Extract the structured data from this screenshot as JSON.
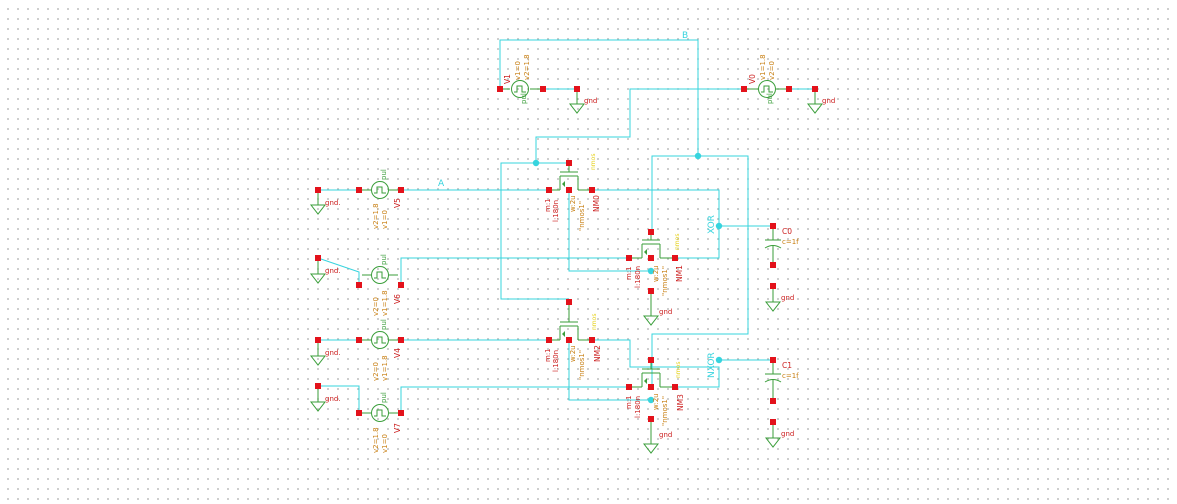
{
  "nets": {
    "a": "A",
    "b": "B",
    "xor": "XOR",
    "nxor": "NXOR"
  },
  "sources": {
    "v0": {
      "name": "V0",
      "v1": "v1=1.8",
      "v2": "v2=0",
      "unit": "pul"
    },
    "v1": {
      "name": "V1",
      "v1": "v1=0",
      "v2": "v2=1.8",
      "unit": "pul"
    },
    "v5": {
      "name": "V5",
      "v1": "v1=0",
      "v2": "v2=1.8",
      "unit": "pul"
    },
    "v6": {
      "name": "V6",
      "v1": "v1=1.8",
      "v2": "v2=0",
      "unit": "pul"
    },
    "v4": {
      "name": "V4",
      "v1": "v1=1.8",
      "v2": "v2=0",
      "unit": "pul"
    },
    "v7": {
      "name": "V7",
      "v1": "v1=0",
      "v2": "v2=1.8",
      "unit": "pul"
    }
  },
  "transistors": {
    "nm0": {
      "name": "NM0",
      "m": "m:1",
      "l": "l:180n",
      "w": "w:2u",
      "model": "\"nmos1\"",
      "tag": "nmos"
    },
    "nm1": {
      "name": "NM1",
      "m": "m:1",
      "l": "l:180n",
      "w": "w:2u",
      "model": "\"nmos1\"",
      "tag": "nmos"
    },
    "nm2": {
      "name": "NM2",
      "m": "m:1",
      "l": "l:180n",
      "w": "w:2u",
      "model": "\"nmos1\"",
      "tag": "nmos"
    },
    "nm3": {
      "name": "NM3",
      "m": "m:1",
      "l": "l:180n",
      "w": "w:2u",
      "model": "\"nmos1\"",
      "tag": "nmos"
    }
  },
  "caps": {
    "c0": {
      "name": "C0",
      "value": "c=1f"
    },
    "c1": {
      "name": "C1",
      "value": "c=1f"
    }
  },
  "grounds": {
    "top1": "gnd",
    "top2": "gnd",
    "v5": "gnd.",
    "v6": "gnd.",
    "v4": "gnd.",
    "v7": "gnd.",
    "c0": "gnd",
    "c1": "gnd",
    "nm1": "gnd",
    "nm3": "gnd"
  },
  "colors": {
    "wire": "#37d4de",
    "pin": "#e3121b",
    "symbol": "#3a9e3a",
    "instance_name": "#cc1f1f",
    "parameter": "#c87f12",
    "model_tag": "#e6d21c"
  }
}
